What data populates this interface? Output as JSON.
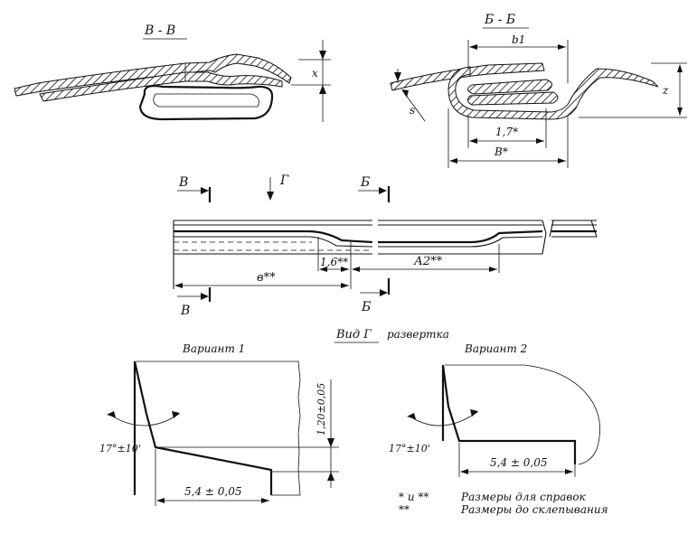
{
  "views": {
    "section_v": {
      "title": "В - В",
      "dim_x": "x"
    },
    "section_b": {
      "title": "Б - Б",
      "dim_b1": "b1",
      "dim_z": "z",
      "dim_s": "s",
      "dim_17": "1,7*",
      "dim_v": "В*"
    }
  },
  "plan": {
    "cut_v_top": "В",
    "cut_v_bottom": "В",
    "view_g": "Г",
    "cut_b_top": "Б",
    "cut_b_bottom": "Б",
    "dim_v": "в**",
    "dim_16": "1,6**",
    "dim_a2": "А2**"
  },
  "view_caption": {
    "label": "Вид Г",
    "sub": "развертка"
  },
  "variant1": {
    "title": "Вариант 1",
    "angle": "17°±10'",
    "height": "1,20±0,05",
    "width": "5,4 ± 0,05"
  },
  "variant2": {
    "title": "Вариант 2",
    "angle": "17°±10'",
    "width": "5,4 ± 0,05"
  },
  "notes": {
    "mark1": "* и **",
    "mark2": "**",
    "text1": "Размеры для справок",
    "text2": "Размеры до склепывания"
  }
}
